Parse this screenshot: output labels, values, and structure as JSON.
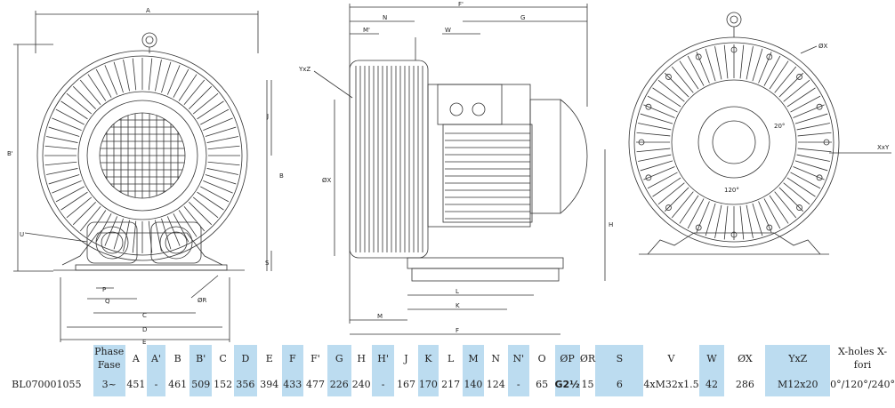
{
  "drawing": {
    "front_labels": [
      "A",
      "B'",
      "J",
      "B",
      "S",
      "U",
      "P",
      "Q",
      "C",
      "D",
      "E",
      "ØR"
    ],
    "side_labels": [
      "F'",
      "N",
      "M'",
      "G",
      "W",
      "YxZ",
      "ØX",
      "H",
      "L",
      "K",
      "M",
      "F"
    ],
    "rear_labels": [
      "ØX",
      "XxY",
      "20°",
      "120°"
    ]
  },
  "table": {
    "columns": [
      {
        "label": "Phase Fase",
        "hl": true
      },
      {
        "label": "A",
        "hl": false
      },
      {
        "label": "A'",
        "hl": true
      },
      {
        "label": "B",
        "hl": false
      },
      {
        "label": "B'",
        "hl": true
      },
      {
        "label": "C",
        "hl": false
      },
      {
        "label": "D",
        "hl": true
      },
      {
        "label": "E",
        "hl": false
      },
      {
        "label": "F",
        "hl": true
      },
      {
        "label": "F'",
        "hl": false
      },
      {
        "label": "G",
        "hl": true
      },
      {
        "label": "H",
        "hl": false
      },
      {
        "label": "H'",
        "hl": true
      },
      {
        "label": "J",
        "hl": false
      },
      {
        "label": "K",
        "hl": true
      },
      {
        "label": "L",
        "hl": false
      },
      {
        "label": "M",
        "hl": true
      },
      {
        "label": "N",
        "hl": false
      },
      {
        "label": "N'",
        "hl": true
      },
      {
        "label": "O",
        "hl": false
      },
      {
        "label": "ØP",
        "hl": true
      },
      {
        "label": "ØR",
        "hl": false
      },
      {
        "label": "S",
        "hl": true
      },
      {
        "label": "V",
        "hl": false
      },
      {
        "label": "W",
        "hl": true
      },
      {
        "label": "ØX",
        "hl": false
      },
      {
        "label": "YxZ",
        "hl": true
      },
      {
        "label": "X-holes X-fori",
        "hl": false
      }
    ],
    "row": {
      "model": "BL070001055",
      "values": [
        "3~",
        "451",
        "-",
        "461",
        "509",
        "152",
        "356",
        "394",
        "433",
        "477",
        "226",
        "240",
        "-",
        "167",
        "170",
        "217",
        "140",
        "124",
        "-",
        "65",
        "G2½",
        "15",
        "6",
        "4xM32x1.5",
        "42",
        "286",
        "M12x20",
        "0°/120°/240°"
      ]
    }
  }
}
